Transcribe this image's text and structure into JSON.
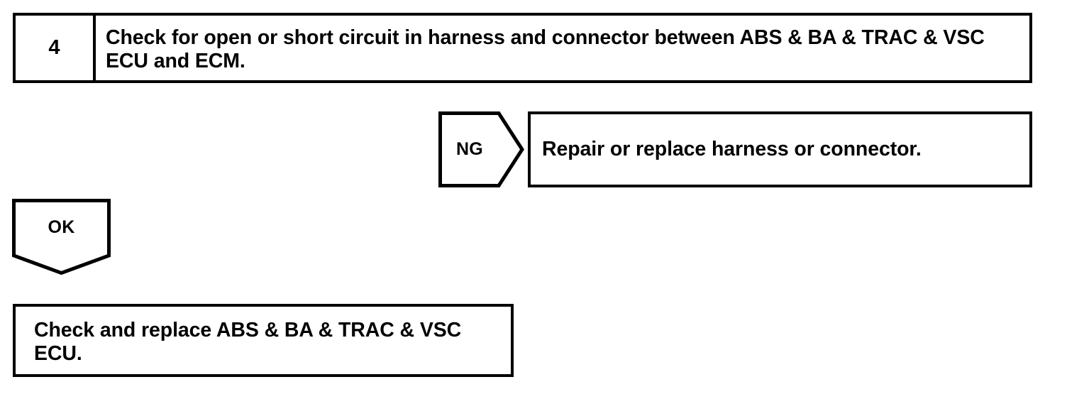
{
  "diagram": {
    "type": "troubleshooting-flowchart",
    "step": {
      "number": "4",
      "instruction": "Check for open or short circuit in harness and connector between ABS & BA & TRAC & VSC ECU and ECM."
    },
    "branches": [
      {
        "result_label": "NG",
        "action": "Repair or replace harness or connector."
      },
      {
        "result_label": "OK",
        "action": "Check and replace ABS & BA & TRAC & VSC ECU."
      }
    ],
    "colors": {
      "stroke": "#000000",
      "fill": "#ffffff",
      "text": "#000000"
    }
  }
}
